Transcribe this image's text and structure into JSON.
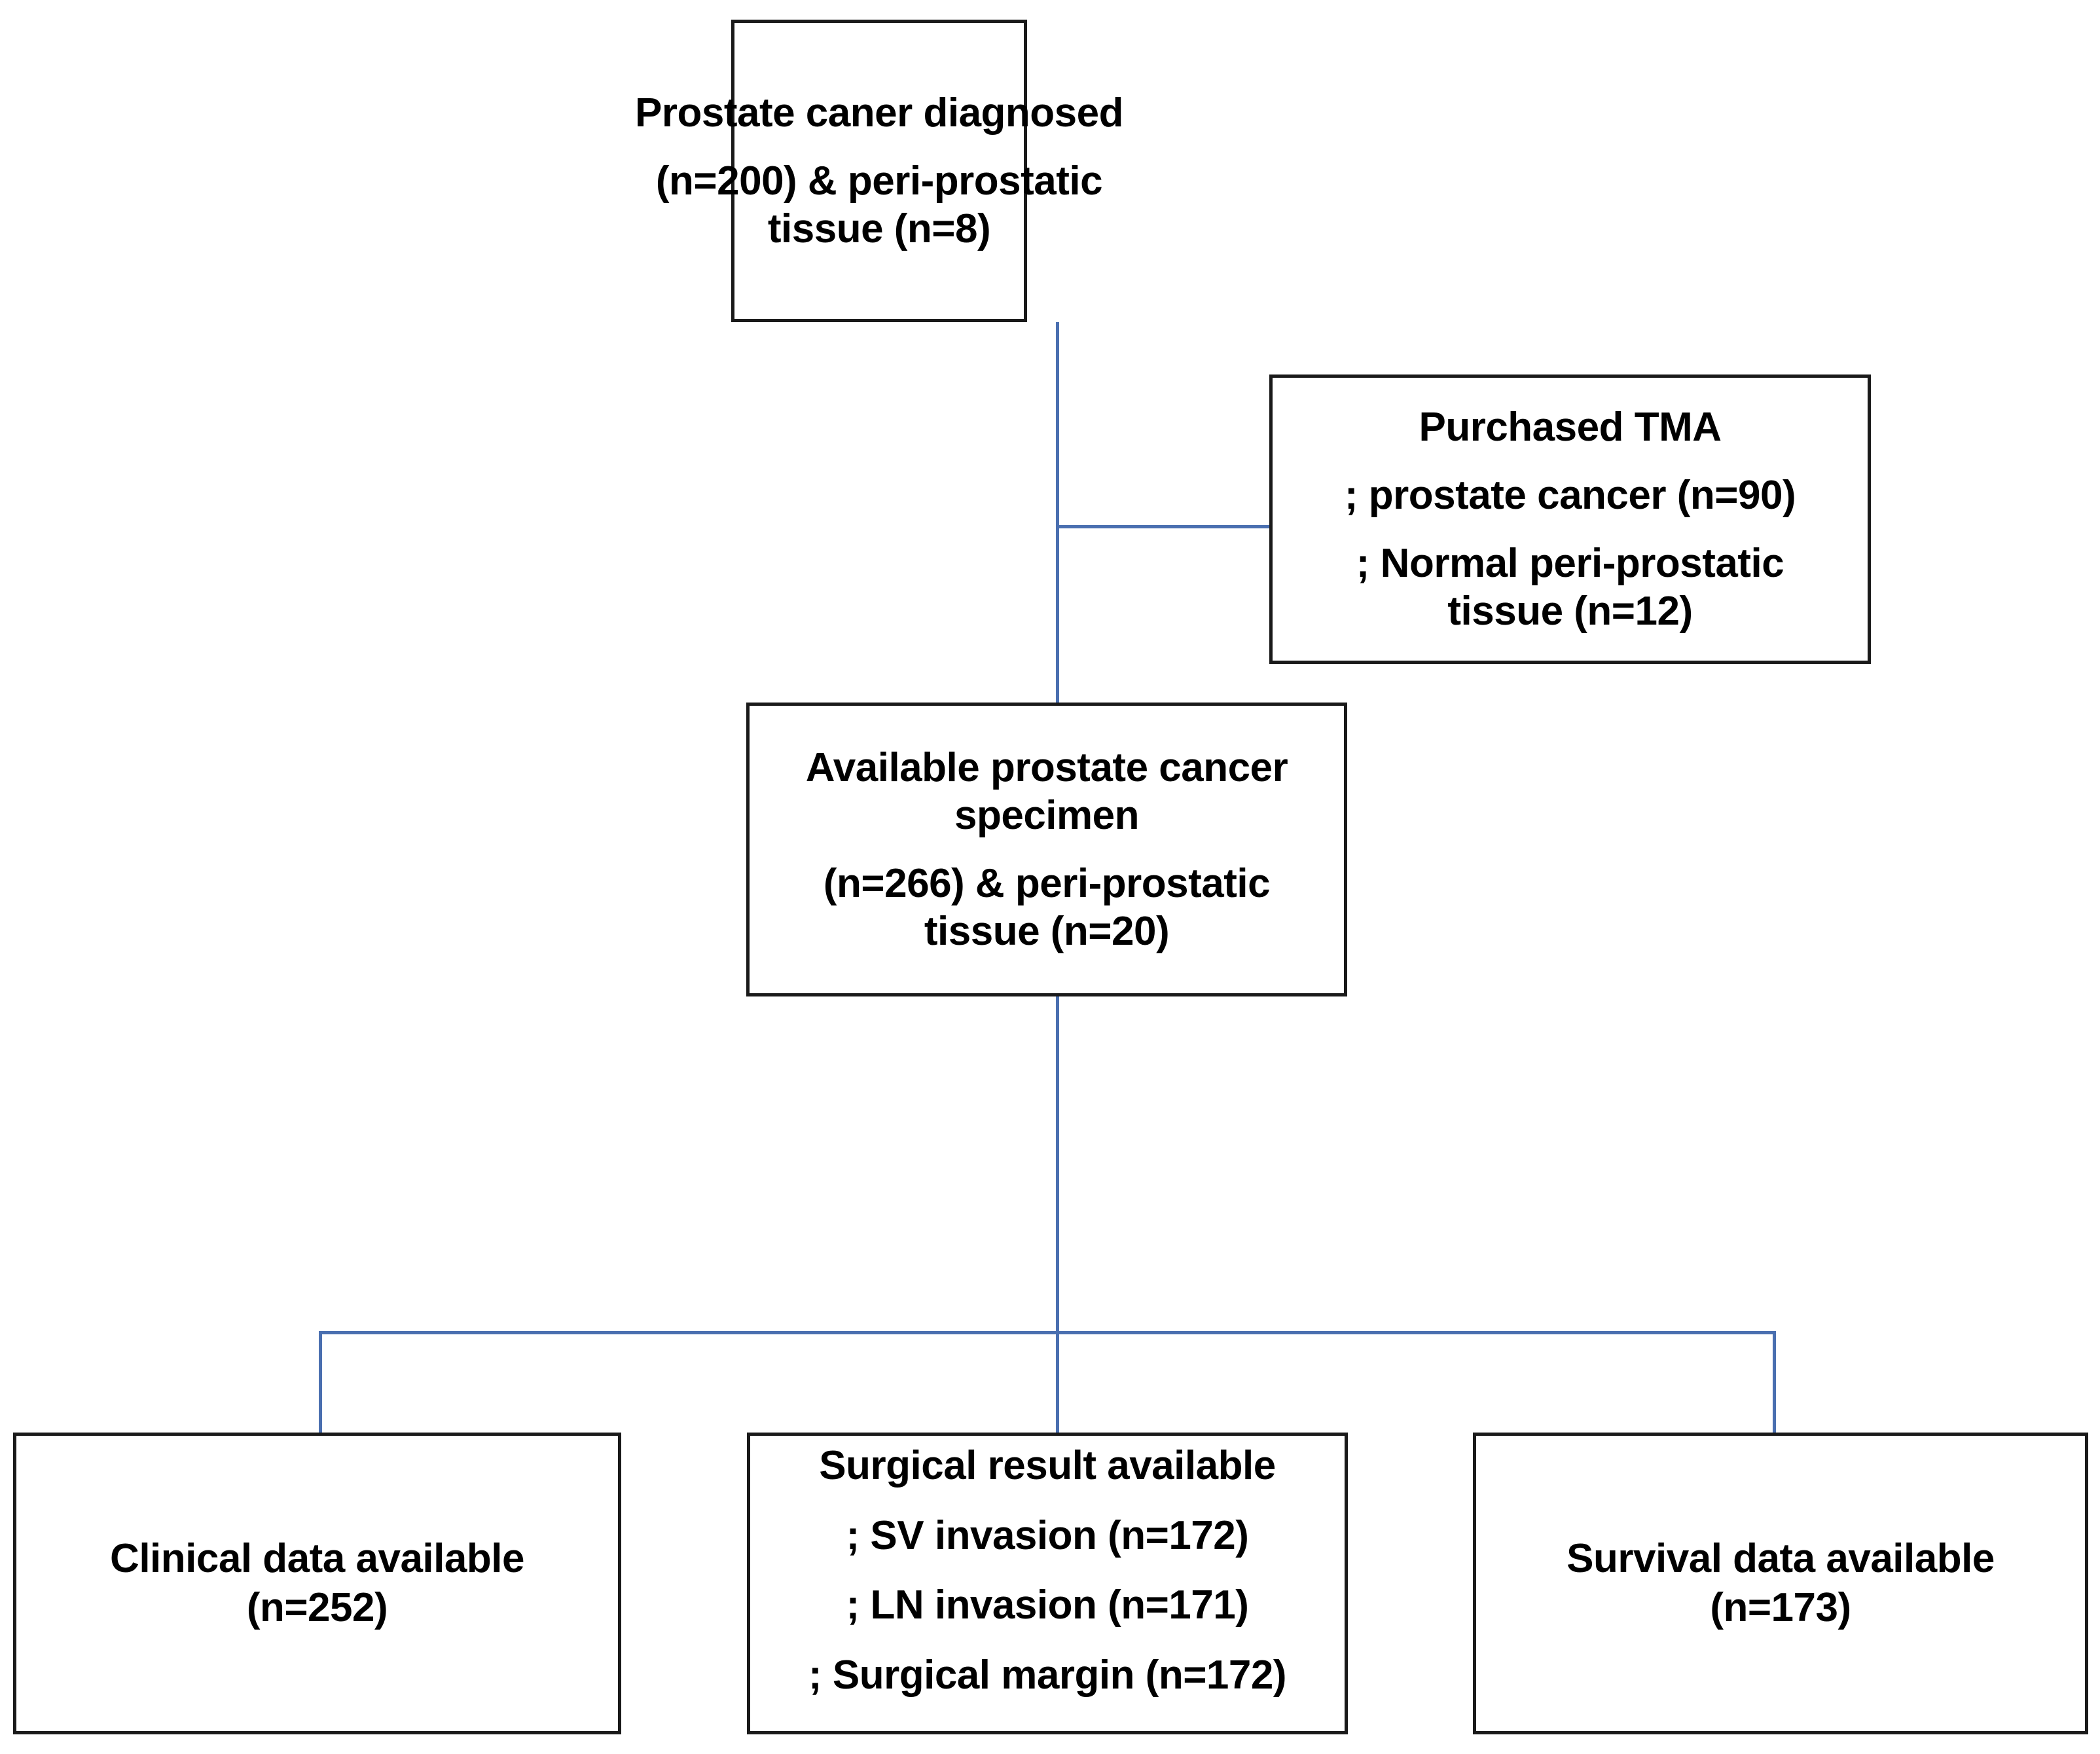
{
  "diagram": {
    "type": "flowchart",
    "title": "Prostate cancer specimen study flow",
    "accent_color": "#4a6fb0",
    "box_border_color": "#1a1a1a",
    "background_color": "#ffffff",
    "nodes": {
      "top": {
        "id": "prostate-cancer-diagnosed",
        "lines": [
          "Prostate caner diagnosed",
          "(n=200) & peri-prostatic",
          "tissue (n=8)"
        ],
        "paragraphs": [
          [
            "Prostate caner diagnosed"
          ],
          [
            "(n=200) & peri-prostatic",
            "tissue (n=8)"
          ]
        ]
      },
      "tma": {
        "id": "purchased-tma",
        "lines": [
          "Purchased TMA",
          "; prostate cancer (n=90)",
          "; Normal peri-prostatic",
          "tissue (n=12)"
        ],
        "paragraphs": [
          [
            "Purchased TMA"
          ],
          [
            "; prostate cancer (n=90)"
          ],
          [
            "; Normal peri-prostatic",
            "tissue (n=12)"
          ]
        ]
      },
      "available": {
        "id": "available-prostate-cancer-specimen",
        "lines": [
          "Available prostate cancer",
          "specimen",
          "(n=266) & peri-prostatic",
          "tissue (n=20)"
        ],
        "paragraphs": [
          [
            "Available prostate cancer",
            "specimen"
          ],
          [
            "(n=266) & peri-prostatic",
            "tissue (n=20)"
          ]
        ]
      },
      "clinical": {
        "id": "clinical-data-available",
        "lines": [
          "Clinical data available",
          "(n=252)"
        ],
        "paragraphs": [
          [
            "Clinical data available",
            "(n=252)"
          ]
        ]
      },
      "surgical": {
        "id": "surgical-result-available",
        "lines": [
          "Surgical result available",
          "; SV invasion (n=172)",
          "; LN invasion (n=171)",
          "; Surgical margin (n=172)"
        ],
        "paragraphs": [
          [
            "Surgical result available"
          ],
          [
            "; SV invasion (n=172)"
          ],
          [
            "; LN invasion (n=171)"
          ],
          [
            "; Surgical margin (n=172)"
          ]
        ]
      },
      "survival": {
        "id": "survival-data-available",
        "lines": [
          "Survival data available",
          "(n=173)"
        ],
        "paragraphs": [
          [
            "Survival data available",
            "(n=173)"
          ]
        ]
      }
    },
    "counts": {
      "prostate_cancer_diagnosed": 200,
      "peri_prostatic_tissue_diagnosed": 8,
      "purchased_tma_prostate_cancer": 90,
      "purchased_tma_normal_peri_prostatic_tissue": 12,
      "available_prostate_cancer_specimen": 266,
      "available_peri_prostatic_tissue": 20,
      "clinical_data_available": 252,
      "sv_invasion": 172,
      "ln_invasion": 171,
      "surgical_margin": 172,
      "survival_data_available": 173
    },
    "edges": [
      {
        "from": "prostate-cancer-diagnosed",
        "to": "purchased-tma",
        "kind": "side-branch"
      },
      {
        "from": "prostate-cancer-diagnosed",
        "to": "available-prostate-cancer-specimen",
        "kind": "straight"
      },
      {
        "from": "available-prostate-cancer-specimen",
        "to": "clinical-data-available",
        "kind": "bus-branch"
      },
      {
        "from": "available-prostate-cancer-specimen",
        "to": "surgical-result-available",
        "kind": "bus-branch"
      },
      {
        "from": "available-prostate-cancer-specimen",
        "to": "survival-data-available",
        "kind": "bus-branch"
      }
    ]
  }
}
